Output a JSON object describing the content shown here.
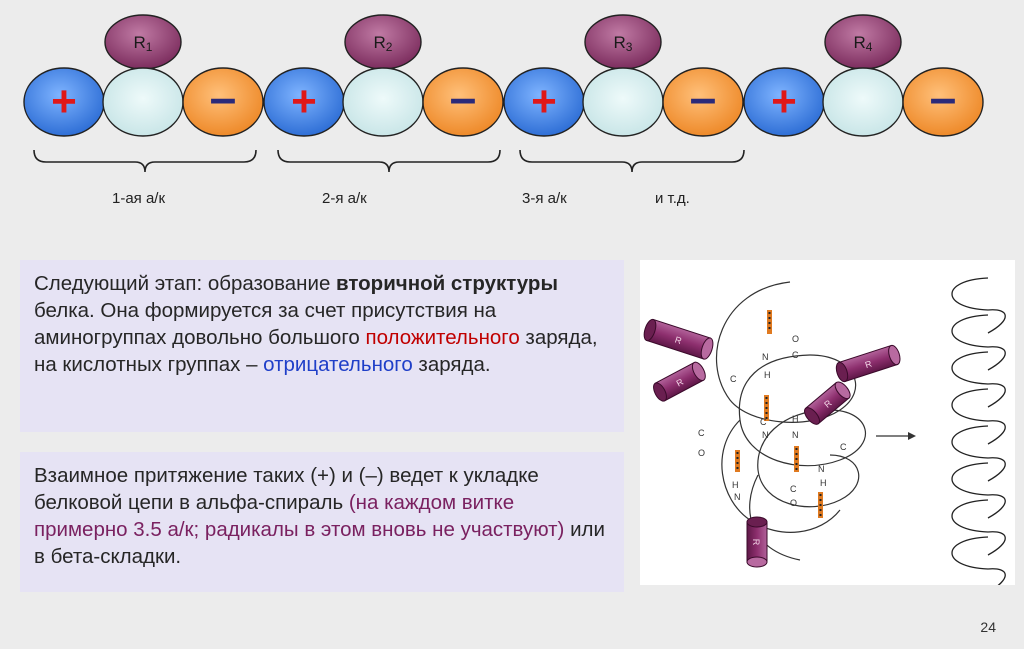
{
  "chain": {
    "residues": [
      {
        "radical": "R",
        "index": "1"
      },
      {
        "radical": "R",
        "index": "2"
      },
      {
        "radical": "R",
        "index": "3"
      },
      {
        "radical": "R",
        "index": "4"
      }
    ],
    "plus_sign": "+",
    "minus_sign": "–",
    "labels": [
      "1-ая а/к",
      "2-я а/к",
      "3-я а/к",
      "и т.д."
    ]
  },
  "box1": {
    "t1": "Следующий этап: образование ",
    "t2": "вторичной структуры",
    "t3": " белка. Она формируется за счет присутствия на аминогруппах довольно большого ",
    "t4": "положительного",
    "t5": " заряда, на кислотных группах – ",
    "t6": "отрицательного",
    "t7": " заряда."
  },
  "box2": {
    "t1": "Взаимное притяжение таких (+) и (–) ведет к укладке белковой цепи в альфа-спираль ",
    "t2": "(на каждом витке примерно 3.5 а/к; радикалы в этом вновь не участвуют)",
    "t3": " или в бета-складки."
  },
  "helix_figure": {
    "radical_label": "R",
    "atoms": {
      "n": "N",
      "h": "H",
      "c": "C",
      "o": "O"
    }
  },
  "page_number": "24",
  "colors": {
    "plus_fill": "#3a7fe0",
    "middle_fill": "#d4ecec",
    "minus_fill": "#f29a3a",
    "radical_fill": "#8f3d6e",
    "plus_sign": "#e01818",
    "minus_sign": "#2a2a7a",
    "box_bg": "#e6e3f4"
  }
}
